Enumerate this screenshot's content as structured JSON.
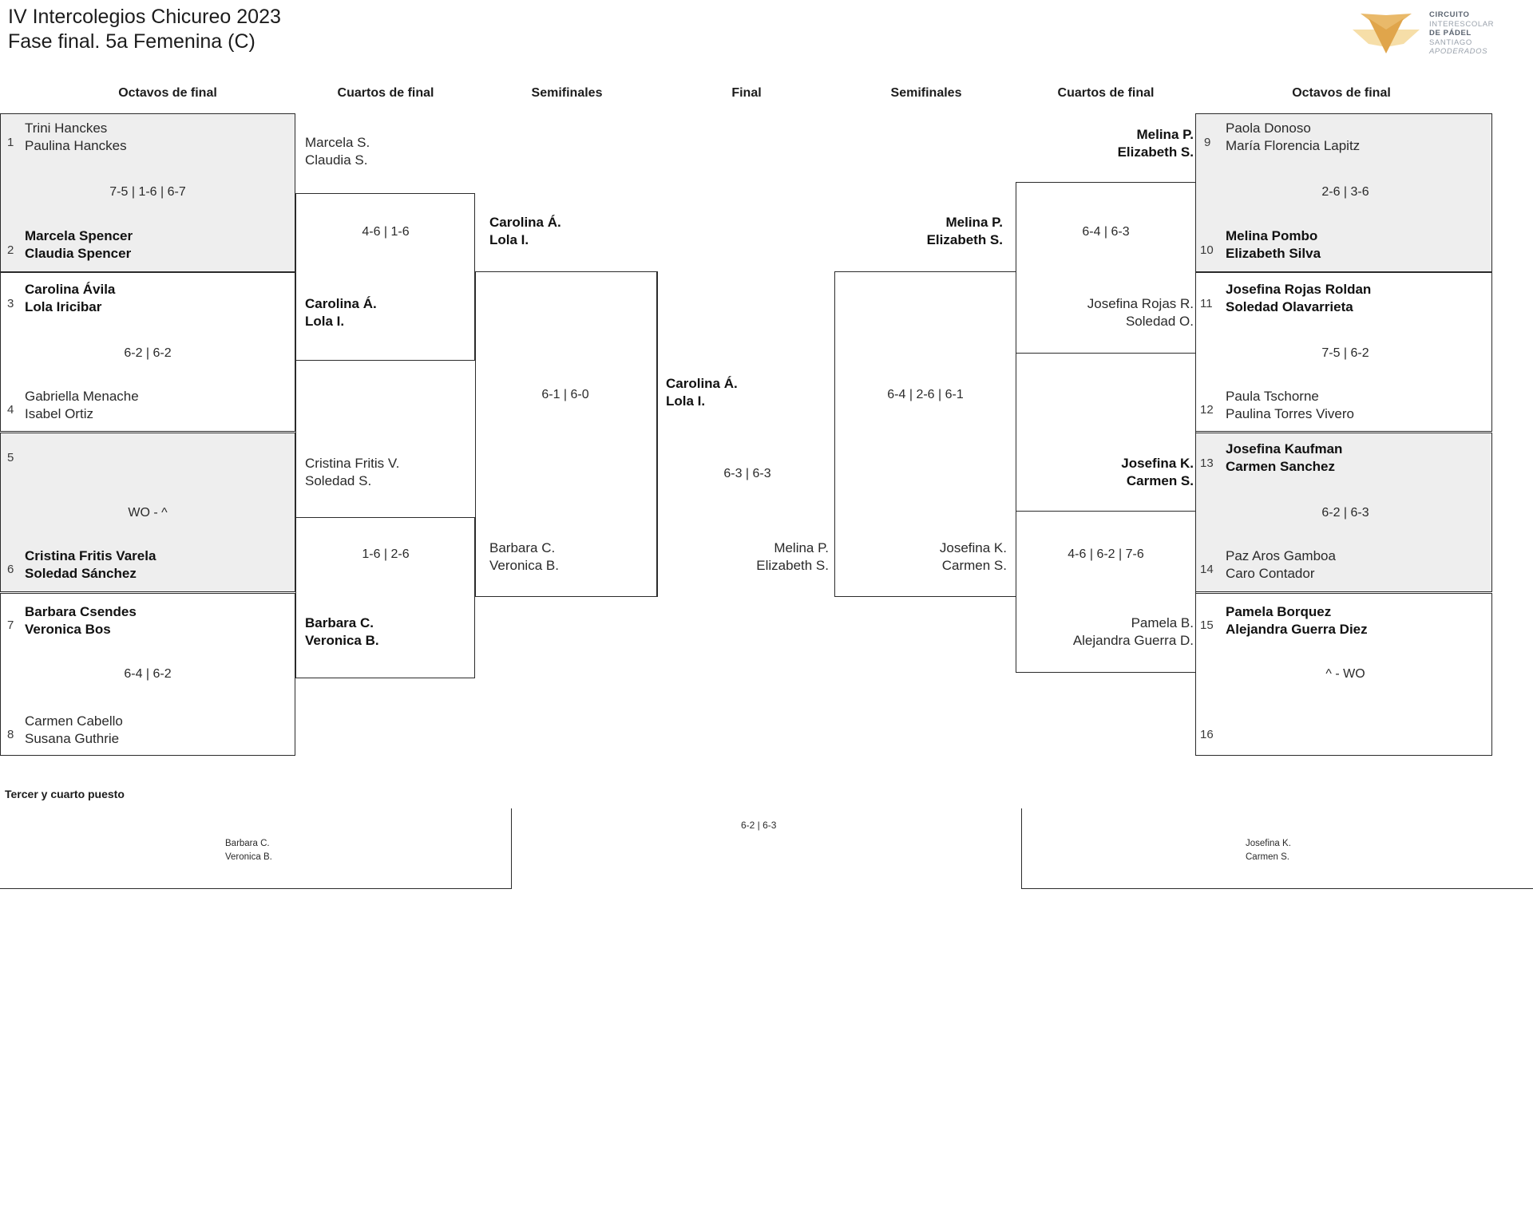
{
  "header": {
    "title_line1": "IV Intercolegios Chicureo 2023",
    "title_line2": "Fase final. 5a Femenina (C)",
    "logo": {
      "line1": "CIRCUITO",
      "line2": "INTERESCOLAR",
      "line3": "DE PÁDEL",
      "line4": "SANTIAGO",
      "line5": "APODERADOS",
      "color_dark": "#E0A54B",
      "color_mid": "#E9B96A",
      "color_light": "#F6DEA8"
    }
  },
  "round_headings": {
    "left_r16": "Octavos de final",
    "left_qf": "Cuartos de final",
    "left_sf": "Semifinales",
    "final": "Final",
    "right_sf": "Semifinales",
    "right_qf": "Cuartos de final",
    "right_r16": "Octavos de final"
  },
  "left_r16": [
    {
      "seed": "1",
      "p1": "Trini Hanckes",
      "p2": "Paulina Hanckes",
      "winner": false,
      "shaded": true
    },
    {
      "seed": "2",
      "p1": "Marcela Spencer",
      "p2": "Claudia Spencer",
      "winner": true,
      "shaded": true
    },
    {
      "seed": "3",
      "p1": "Carolina Ávila",
      "p2": "Lola Iricibar",
      "winner": true,
      "shaded": false
    },
    {
      "seed": "4",
      "p1": "Gabriella Menache",
      "p2": "Isabel Ortiz",
      "winner": false,
      "shaded": false
    },
    {
      "seed": "5",
      "p1": "",
      "p2": "",
      "winner": false,
      "shaded": true
    },
    {
      "seed": "6",
      "p1": "Cristina Fritis Varela",
      "p2": "Soledad Sánchez",
      "winner": true,
      "shaded": true
    },
    {
      "seed": "7",
      "p1": "Barbara Csendes",
      "p2": "Veronica Bos",
      "winner": true,
      "shaded": false
    },
    {
      "seed": "8",
      "p1": "Carmen Cabello",
      "p2": "Susana Guthrie",
      "winner": false,
      "shaded": false
    }
  ],
  "left_r16_scores": [
    "7-5 | 1-6 | 6-7",
    "6-2 | 6-2",
    "WO - ^",
    "6-4 | 6-2"
  ],
  "left_qf": [
    {
      "p1": "Marcela S.",
      "p2": "Claudia S.",
      "winner": false
    },
    {
      "p1": "Carolina Á.",
      "p2": "Lola I.",
      "winner": true
    },
    {
      "p1": "Cristina Fritis V.",
      "p2": "Soledad S.",
      "winner": false
    },
    {
      "p1": "Barbara C.",
      "p2": "Veronica B.",
      "winner": true
    }
  ],
  "left_qf_scores": [
    "4-6 | 1-6",
    "1-6 | 2-6"
  ],
  "left_sf": [
    {
      "p1": "Carolina Á.",
      "p2": "Lola I.",
      "winner": true
    },
    {
      "p1": "Barbara C.",
      "p2": "Veronica B.",
      "winner": false
    }
  ],
  "left_sf_score": "6-1 | 6-0",
  "final": {
    "top": {
      "p1": "Carolina Á.",
      "p2": "Lola I.",
      "winner": true
    },
    "bottom": {
      "p1": "Melina P.",
      "p2": "Elizabeth S.",
      "winner": false
    },
    "score": "6-3 | 6-3"
  },
  "right_sf": [
    {
      "p1": "Melina P.",
      "p2": "Elizabeth S.",
      "winner": true
    },
    {
      "p1": "Josefina K.",
      "p2": "Carmen S.",
      "winner": false
    }
  ],
  "right_sf_score": "6-4 | 2-6 | 6-1",
  "right_qf": [
    {
      "p1": "Melina P.",
      "p2": "Elizabeth S.",
      "winner": true
    },
    {
      "p1": "Josefina Rojas R.",
      "p2": "Soledad O.",
      "winner": false
    },
    {
      "p1": "Josefina K.",
      "p2": "Carmen S.",
      "winner": true
    },
    {
      "p1": "Pamela B.",
      "p2": "Alejandra Guerra D.",
      "winner": false
    }
  ],
  "right_qf_scores": [
    "6-4 | 6-3",
    "4-6 | 6-2 | 7-6"
  ],
  "right_r16": [
    {
      "seed": "9",
      "p1": "Paola Donoso",
      "p2": "María Florencia Lapitz",
      "winner": false,
      "shaded": true
    },
    {
      "seed": "10",
      "p1": "Melina Pombo",
      "p2": "Elizabeth Silva",
      "winner": true,
      "shaded": true
    },
    {
      "seed": "11",
      "p1": "Josefina Rojas Roldan",
      "p2": "Soledad Olavarrieta",
      "winner": true,
      "shaded": false
    },
    {
      "seed": "12",
      "p1": "Paula Tschorne",
      "p2": "Paulina Torres Vivero",
      "winner": false,
      "shaded": false
    },
    {
      "seed": "13",
      "p1": "Josefina Kaufman",
      "p2": "Carmen Sanchez",
      "winner": true,
      "shaded": true
    },
    {
      "seed": "14",
      "p1": "Paz Aros Gamboa",
      "p2": "Caro Contador",
      "winner": false,
      "shaded": true
    },
    {
      "seed": "15",
      "p1": "Pamela Borquez",
      "p2": "Alejandra Guerra Diez",
      "winner": true,
      "shaded": false
    },
    {
      "seed": "16",
      "p1": "",
      "p2": "",
      "winner": false,
      "shaded": false
    }
  ],
  "right_r16_scores": [
    "2-6 | 3-6",
    "7-5 | 6-2",
    "6-2 | 6-3",
    "^ - WO"
  ],
  "third_place": {
    "title": "Tercer y cuarto puesto",
    "left": {
      "p1": "Barbara C.",
      "p2": "Veronica B."
    },
    "right": {
      "p1": "Josefina K.",
      "p2": "Carmen S."
    },
    "score": "6-2 | 6-3"
  }
}
